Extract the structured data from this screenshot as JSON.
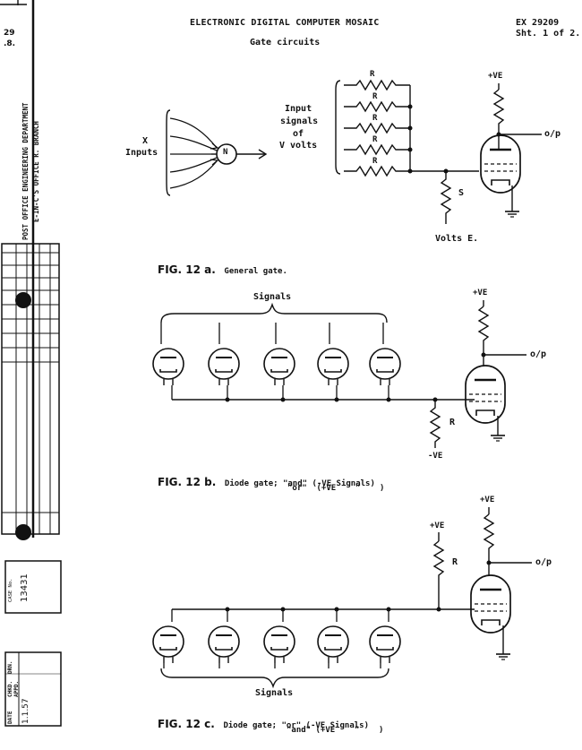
{
  "header": {
    "title": "ELECTRONIC DIGITAL COMPUTER MOSAIC",
    "subtitle": "Gate circuits",
    "ref": "EX 29209",
    "sheet": "Sht. 1 of 2.",
    "corner_number": "29",
    "corner_mark": ".8."
  },
  "side_strip": {
    "dept": "POST OFFICE ENGINEERING DEPARTMENT",
    "branch": "E-IN-C'S OFFICE R. BRANCH",
    "case_label": "CASE No.",
    "case_number": "13431",
    "drawn_label": "DRN.",
    "checked_label": "CHKD.",
    "approved_label": "APPD.",
    "date_label": "DATE",
    "date_value": "1.1.57"
  },
  "fig_a": {
    "inputs_label_1": "X",
    "inputs_label_2": "Inputs",
    "node_label": "N",
    "input_label_1": "Input",
    "input_label_2": "signals",
    "input_label_3": "of",
    "input_label_4": "V volts",
    "resistor_label": "R",
    "supply_label": "+VE",
    "output_label": "o/p",
    "shunt_label": "S",
    "bias_label": "Volts E.",
    "caption_fig": "FIG. 12 a.",
    "caption_text": "General gate."
  },
  "fig_b": {
    "signals_label": "Signals",
    "supply_label": "+VE",
    "output_label": "o/p",
    "resistor_label": "R",
    "neg_label": "-VE",
    "caption_fig": "FIG. 12 b.",
    "caption_text_1": "Diode gate; \"and\" (-VE Signals)",
    "caption_text_2": "\"or\"  (+VE    \"    )"
  },
  "fig_c": {
    "signals_label": "Signals",
    "supply_label_1": "+VE",
    "supply_label_2": "+VE",
    "output_label": "o/p",
    "resistor_label": "R",
    "caption_fig": "FIG. 12 c.",
    "caption_text_1": "Diode gate; \"or\"  (-VE Signals)",
    "caption_text_2": "\"and\" (+VE    \"    )"
  }
}
